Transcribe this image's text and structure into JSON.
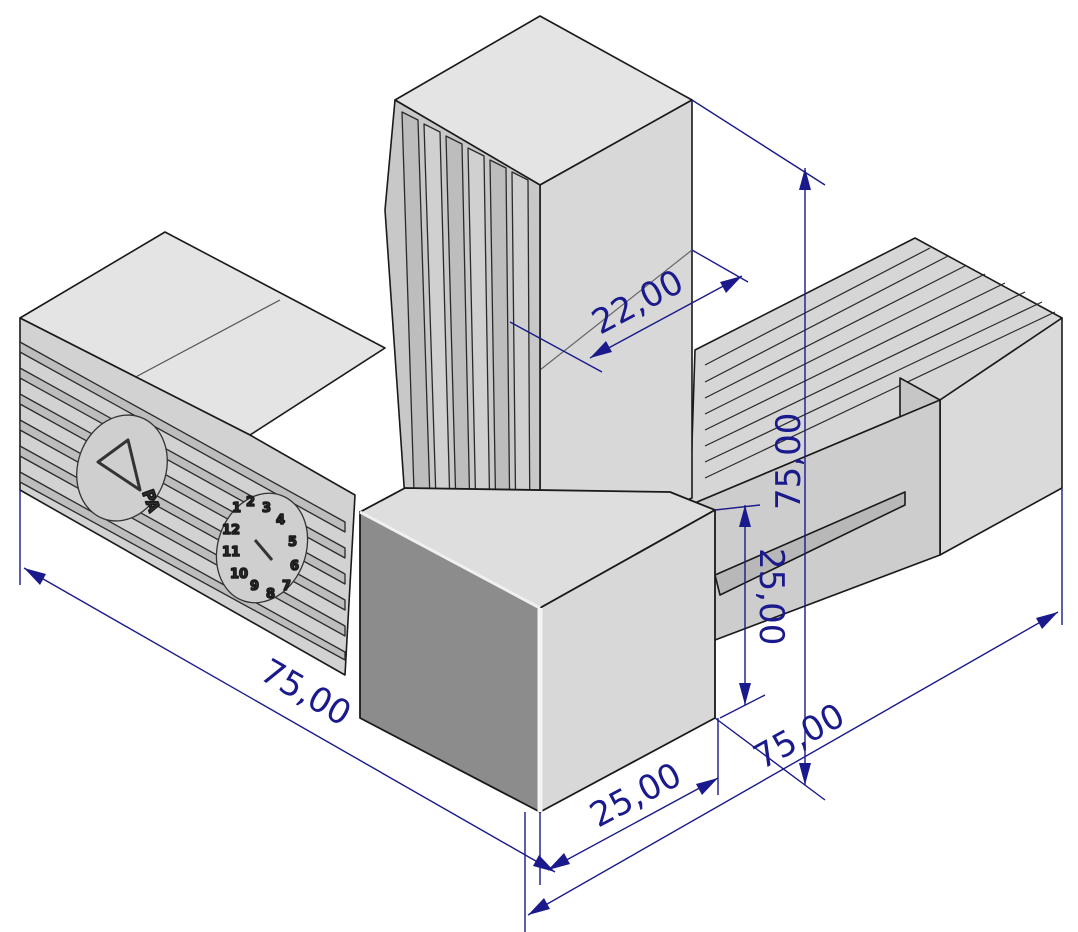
{
  "colors": {
    "dimension": "#1a1a8c",
    "face_light": "#dcdcdc",
    "face_mid": "#c8c8c8",
    "face_dark": "#8a8a8a",
    "edge": "#1a1a1a"
  },
  "dimensions": {
    "width_left": "75,00",
    "width_right": "75,00",
    "height": "75,00",
    "insert": "22,00",
    "cube_width": "25,00",
    "cube_height": "25,00"
  },
  "markings": {
    "recycle_label": "PA",
    "date_wheel_digits": [
      "1",
      "2",
      "3",
      "4",
      "5",
      "6",
      "7",
      "8",
      "9",
      "10",
      "11",
      "12"
    ]
  }
}
